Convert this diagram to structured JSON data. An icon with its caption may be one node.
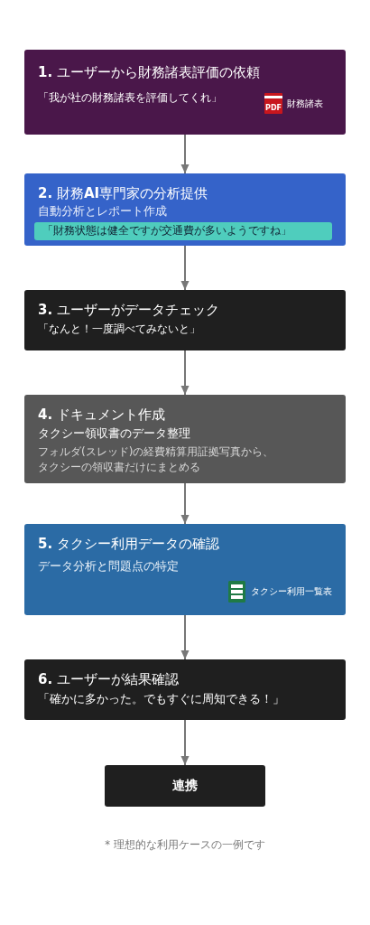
{
  "diagram": {
    "nodes": [
      {
        "text": [
          "**1.** ユーザーから財務諸表評価の依頼",
          "「我が社の財務諸表を評価してくれ」",
          "PDF",
          "財務諸表"
        ]
      },
      {
        "text": [
          "**2.** 財務**AI**専門家の分析提供",
          "自動分析とレポート作成"
        ]
      },
      {
        "text": [
          "「財務状態は健全ですが交通費が多いようですね」"
        ],
        "in": 1
      },
      {
        "text": [
          "**3.** ユーザーがデータチェック",
          "「なんと！一度調べてみないと」"
        ]
      },
      {
        "text": [
          "**4.** ドキュメント作成",
          "タクシー領収書のデータ整理",
          "フォルダ(スレッド)の経費精算用証拠写真から、タクシーの領収書だけにまとめる"
        ]
      },
      {
        "text": [
          "**5.** タクシー利用データの確認",
          "データ分析と問題点の特定",
          "タクシー利用一覧表"
        ]
      },
      {
        "text": [
          "**6.** ユーザーが結果確認",
          "「確かに多かった。でもすぐに周知できる！」"
        ]
      },
      {
        "text": [
          "連携"
        ]
      }
    ],
    "edges": [
      {
        "from": 0,
        "to": 1,
        "arrow": "to"
      },
      {
        "from": 1,
        "to": 3,
        "arrow": "to"
      },
      {
        "from": 3,
        "to": 4,
        "arrow": "to"
      },
      {
        "from": 4,
        "to": 5,
        "arrow": "to"
      },
      {
        "from": 5,
        "to": 6,
        "arrow": "to"
      },
      {
        "from": 6,
        "to": 7,
        "arrow": "to"
      }
    ],
    "labels": [
      "* 理想的な利用ケースの一例です"
    ]
  }
}
